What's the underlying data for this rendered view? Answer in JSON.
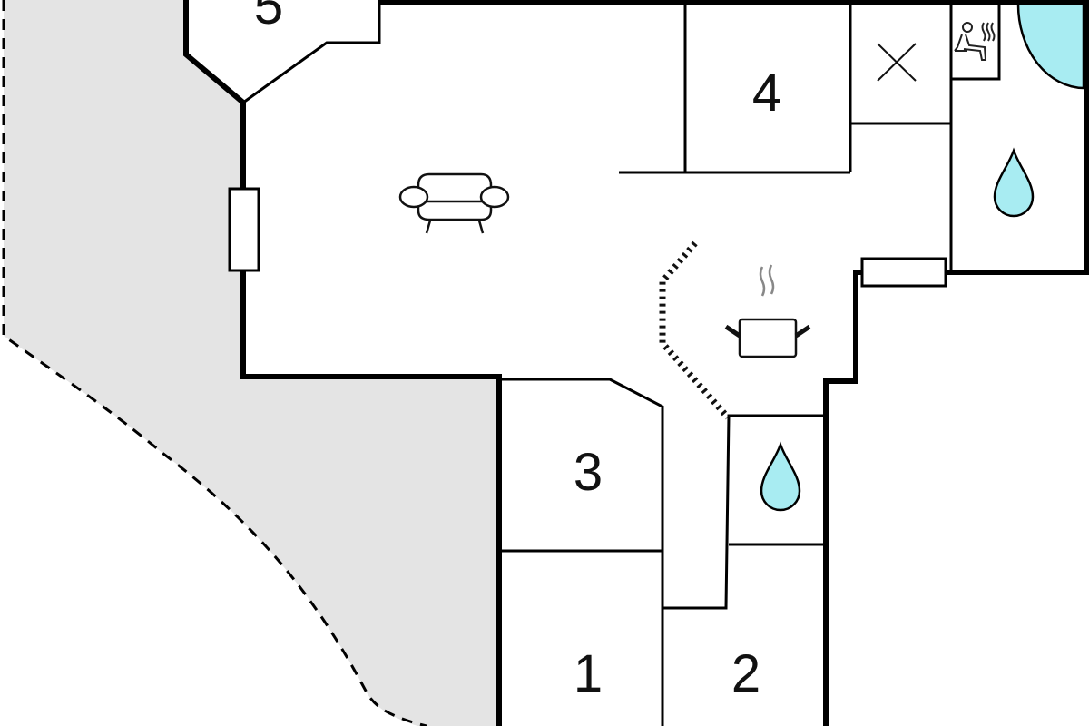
{
  "floorplan": {
    "rooms": [
      {
        "id": "room-5",
        "label": "5"
      },
      {
        "id": "room-4",
        "label": "4"
      },
      {
        "id": "room-3",
        "label": "3"
      },
      {
        "id": "room-1",
        "label": "1"
      },
      {
        "id": "room-2",
        "label": "2"
      }
    ],
    "icons": [
      "sofa-icon",
      "cooking-pot-icon",
      "water-drop-icon",
      "sauna-icon",
      "shower-icon",
      "storage-x-icon",
      "window-icon"
    ],
    "colors": {
      "water": "#a8ecf2",
      "outdoor": "#e4e4e4",
      "wall": "#000000"
    }
  }
}
